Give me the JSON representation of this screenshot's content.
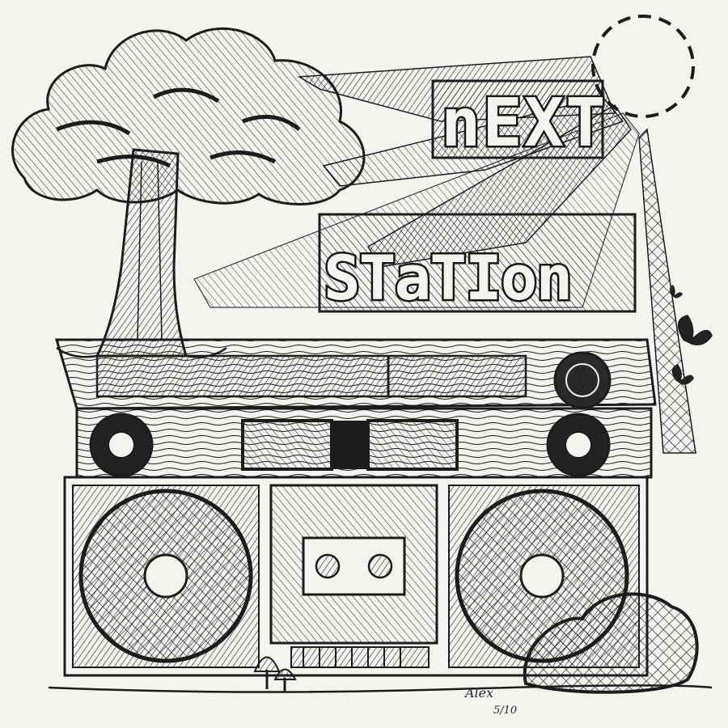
{
  "artwork": {
    "title_line1": "nEXT",
    "title_line2": "STaTIon",
    "signature": "Alex",
    "date_mark": "5/10",
    "ink_color": "#1c1c1c",
    "paper_color": "#f4f3ef"
  }
}
